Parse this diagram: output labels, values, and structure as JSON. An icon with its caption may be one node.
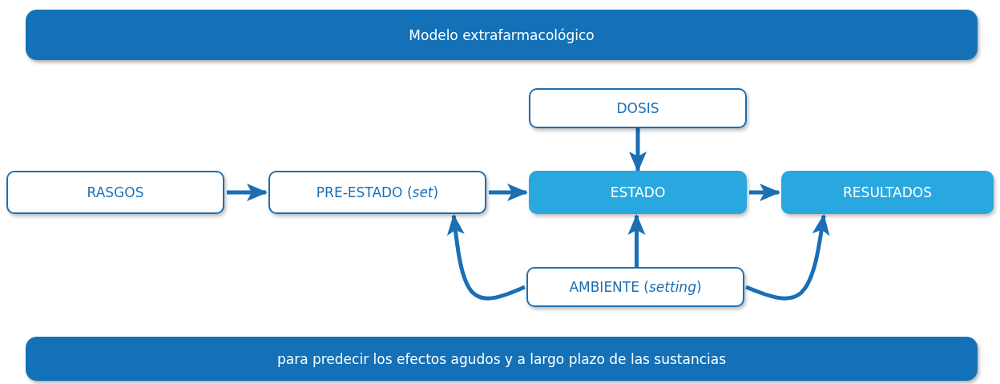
{
  "diagram": {
    "nodes": [
      {
        "text": [
          "Modelo extrafarmacológico"
        ]
      },
      {
        "text": [
          "DOSIS"
        ]
      },
      {
        "text": [
          "RASGOS"
        ]
      },
      {
        "text": [
          "PRE-ESTADO (*set*)"
        ]
      },
      {
        "text": [
          "ESTADO"
        ]
      },
      {
        "text": [
          "RESULTADOS"
        ]
      },
      {
        "text": [
          "AMBIENTE (*setting*)"
        ]
      },
      {
        "text": [
          "para predecir los efectos agudos y a largo plazo de las sustancias"
        ]
      }
    ],
    "edges": [
      {
        "from": 2,
        "to": 3,
        "arrow": "to"
      },
      {
        "from": 3,
        "to": 4,
        "arrow": "to"
      },
      {
        "from": 4,
        "to": 5,
        "arrow": "to"
      },
      {
        "from": 1,
        "to": 4,
        "arrow": "to"
      },
      {
        "from": 6,
        "to": 4,
        "arrow": "to"
      },
      {
        "from": 6,
        "to": 3,
        "arrow": "to"
      },
      {
        "from": 6,
        "to": 5,
        "arrow": "to"
      }
    ]
  }
}
